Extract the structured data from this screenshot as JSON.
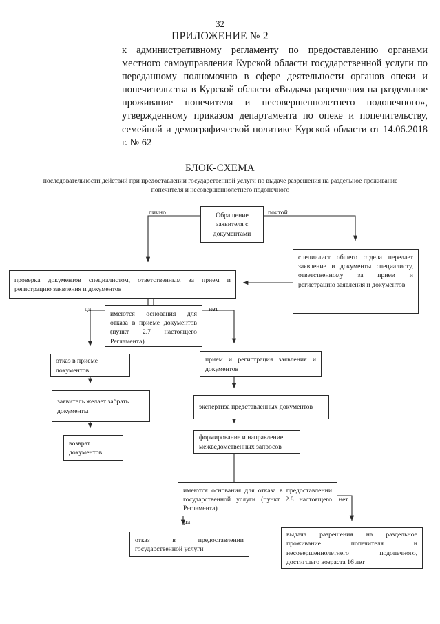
{
  "page": {
    "number": "32",
    "appendix_title": "ПРИЛОЖЕНИЕ № 2",
    "appendix_body": "к административному регламенту по предоставлению органами местного самоуправления Курской области государственной услуги по переданному полномочию в сфере деятельности органов опеки и попечительства в Курской области «Выдача разрешения на раздельное проживание попечителя и несовершеннолетнего подопечного», утвержденному приказом департамента по опеке и попечительству, семейной и демографической политике Курской области от 14.06.2018 г. № 62"
  },
  "chart": {
    "title": "БЛОК-СХЕМА",
    "subtitle": "последовательности действий при предоставлении государственной услуги по выдаче разрешения на раздельное проживание попечителя и несовершеннолетнего подопечного",
    "nodes": {
      "appeal": "Обращение заявителя с документами",
      "specialist_transfer": "специалист общего отдела передает заявление и документы специалисту, ответственному за прием и регистрацию заявления и документов",
      "check_documents": "проверка документов специалистом, ответственным за прием и регистрацию заявления и документов",
      "decision_refuse_acceptance": "имеются основания для отказа в приеме документов (пункт 2.7 настоящего Регламента)",
      "refuse_acceptance": "отказ в приеме документов",
      "applicant_wants_back": "заявитель желает забрать документы",
      "return_documents": "возврат документов",
      "accept_register": "прием и регистрация заявления и документов",
      "expertise": "экспертиза представленных документов",
      "interdepartmental_requests": "формирование и направление межведомственных запросов",
      "decision_refuse_service": "имеются основания для отказа в предоставлении государственной услуги (пункт 2.8 настоящего Регламента)",
      "refuse_service": "отказ в предоставлении государственной услуги",
      "issue_permit": "выдача разрешения на раздельное проживание попечителя и несовершеннолетнего подопечного, достигшего возраста 16 лет"
    },
    "edge_labels": {
      "in_person": "лично",
      "by_mail": "почтой",
      "yes_1": "да",
      "no_1": "нет",
      "no_2": "нет",
      "yes_2": "да"
    }
  }
}
